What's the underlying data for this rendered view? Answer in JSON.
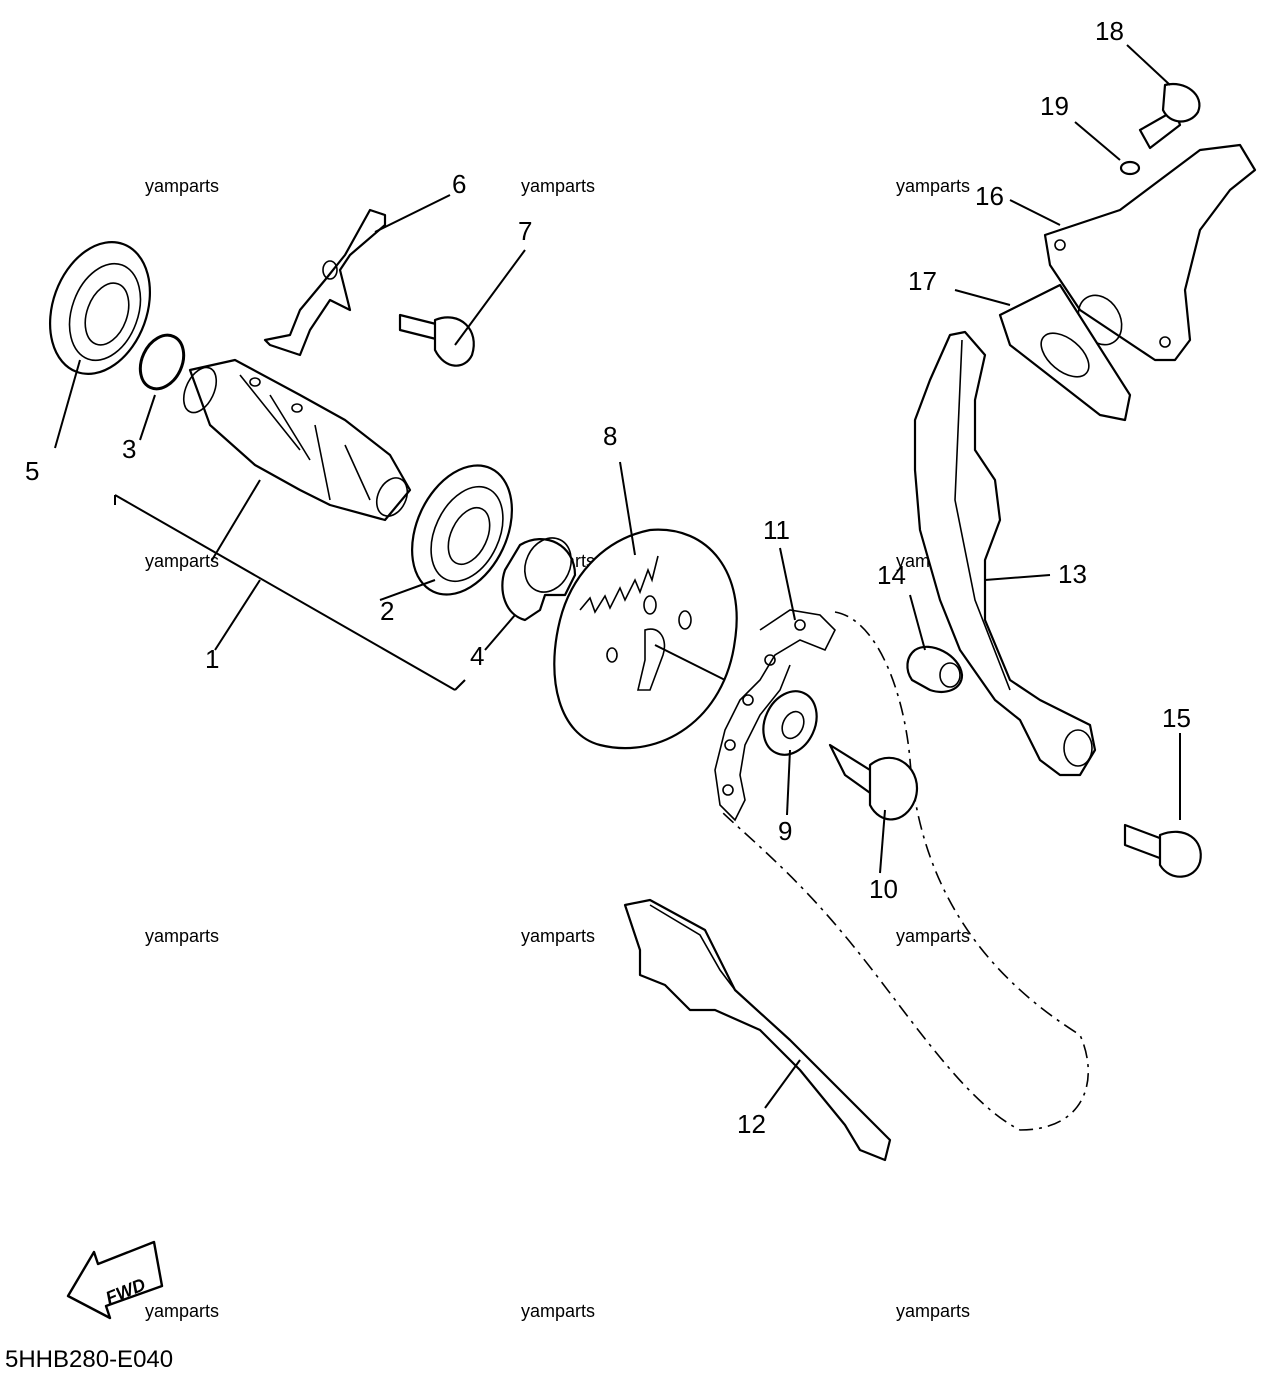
{
  "diagram": {
    "callouts": [
      "1",
      "2",
      "3",
      "4",
      "5",
      "6",
      "7",
      "8",
      "9",
      "10",
      "11",
      "12",
      "13",
      "14",
      "15",
      "16",
      "17",
      "18",
      "19"
    ],
    "watermark": "yamparts",
    "fwd_label": "FWD",
    "diagram_code": "5HHB280-E040"
  }
}
